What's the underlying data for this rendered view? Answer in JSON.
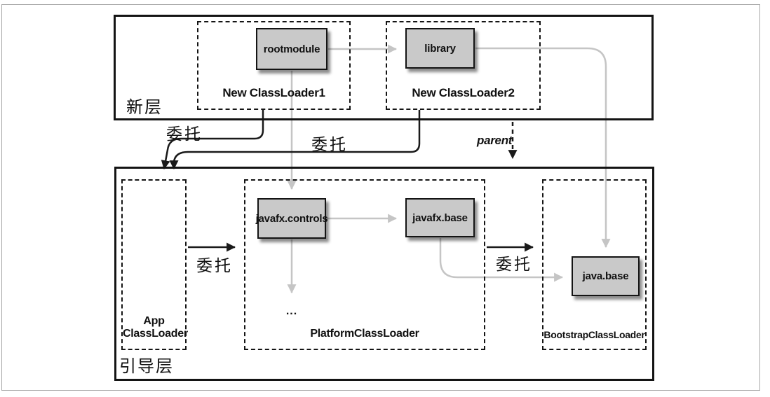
{
  "diagram": {
    "title_context": "Java module layers and class loaders",
    "layers": {
      "new_layer_label": "新层",
      "boot_layer_label": "引导层"
    },
    "loaders": {
      "new_classloader1": "New ClassLoader1",
      "new_classloader2": "New ClassLoader2",
      "app_classloader_line1": "App",
      "app_classloader_line2": "ClassLoader",
      "platform_classloader": "PlatformClassLoader",
      "bootstrap_classloader": "BootstrapClassLoader"
    },
    "modules": {
      "rootmodule": "rootmodule",
      "library": "library",
      "javafx_controls": "javafx.controls",
      "javafx_base": "javafx.base",
      "java_base": "java.base",
      "ellipsis": "..."
    },
    "edge_labels": {
      "delegate_newcl1": "委托",
      "delegate_newcl2": "委托",
      "delegate_app_to_platform": "委托",
      "delegate_platform_to_bootstrap": "委托",
      "parent": "parent"
    },
    "colors": {
      "module_fill": "#c9c9c9",
      "box_border": "#141414",
      "arrow_black": "#1a1a1a",
      "arrow_gray": "#c5c5c5",
      "frame_border": "#a8a8a8"
    }
  }
}
